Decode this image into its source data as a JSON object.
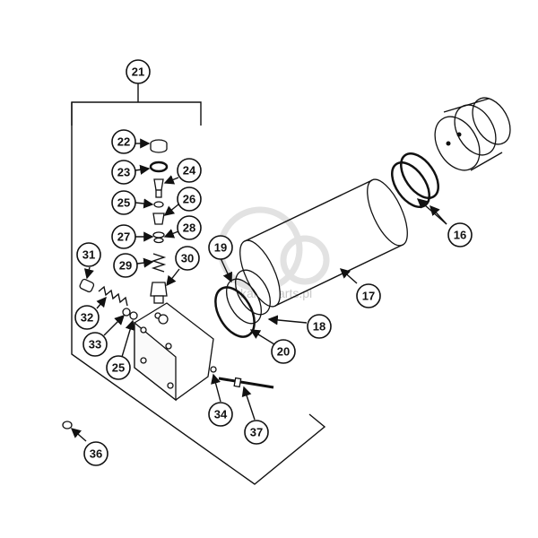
{
  "callouts": [
    {
      "id": "c21",
      "label": "21"
    },
    {
      "id": "c22",
      "label": "22"
    },
    {
      "id": "c23",
      "label": "23"
    },
    {
      "id": "c24",
      "label": "24"
    },
    {
      "id": "c25a",
      "label": "25"
    },
    {
      "id": "c26",
      "label": "26"
    },
    {
      "id": "c27",
      "label": "27"
    },
    {
      "id": "c28",
      "label": "28"
    },
    {
      "id": "c29",
      "label": "29"
    },
    {
      "id": "c30",
      "label": "30"
    },
    {
      "id": "c31",
      "label": "31"
    },
    {
      "id": "c32",
      "label": "32"
    },
    {
      "id": "c33",
      "label": "33"
    },
    {
      "id": "c25b",
      "label": "25"
    },
    {
      "id": "c34",
      "label": "34"
    },
    {
      "id": "c37",
      "label": "37"
    },
    {
      "id": "c36",
      "label": "36"
    },
    {
      "id": "c16",
      "label": "16"
    },
    {
      "id": "c17",
      "label": "17"
    },
    {
      "id": "c18",
      "label": "18"
    },
    {
      "id": "c19",
      "label": "19"
    },
    {
      "id": "c20",
      "label": "20"
    }
  ],
  "watermark": "kaka-parts.pl"
}
